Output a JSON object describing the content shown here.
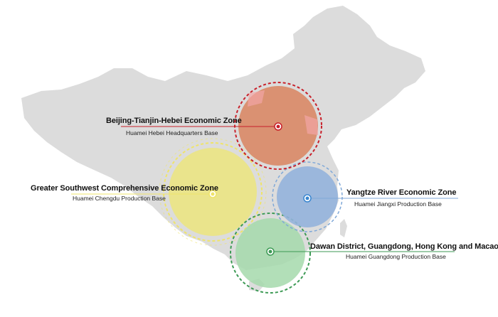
{
  "colors": {
    "land": "#dcdcdc",
    "north": "#d98a68",
    "southwest": "#ede57a",
    "yangtze": "#93b2dc",
    "south": "#a5d9ab",
    "north_ring": "#c8202a",
    "southwest_ring": "#efe46a",
    "yangtze_ring": "#7fa8d8",
    "south_ring": "#3d9a55"
  },
  "zones": [
    {
      "name": "Beijing-Tianjin-Hebei Economic Zone",
      "base": "Huamei Hebei Headquarters Base",
      "color_key": "north",
      "marker_icon": "target-icon"
    },
    {
      "name": "Greater Southwest Comprehensive Economic Zone",
      "base": "Huamei Chengdu Production Base",
      "color_key": "southwest",
      "marker_icon": "target-icon"
    },
    {
      "name": "Yangtze River Economic Zone",
      "base": "Huamei Jiangxi Production Base",
      "color_key": "yangtze",
      "marker_icon": "target-icon"
    },
    {
      "name": "Dawan District, Guangdong, Hong Kong and Macao",
      "base": "Huamei Guangdong Production Base",
      "color_key": "south",
      "marker_icon": "target-icon"
    }
  ]
}
